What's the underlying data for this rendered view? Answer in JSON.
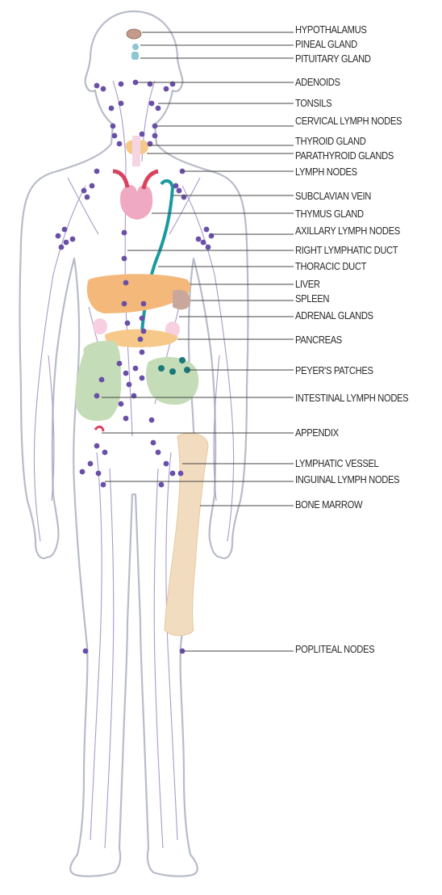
{
  "colors": {
    "outline": "#b8bcc8",
    "lymph_vessel": "#a99bc9",
    "node": "#6a4fa8",
    "leader": "#444444",
    "liver": "#f4b87a",
    "spleen": "#c9a79a",
    "intestine": "#c5dcb8",
    "thymus": "#f0a9c2",
    "subclavian": "#d9435e",
    "thoracic_duct": "#1a9aa0",
    "thyroid": "#f6c98a",
    "bone": "#f2dcc0",
    "peyers": "#1a7a7a",
    "hypothalamus": "#c49a8a",
    "pituitary": "#8ec6d2"
  },
  "labels": [
    {
      "id": "hypothalamus",
      "text": "HYPOTHALAMUS"
    },
    {
      "id": "pineal",
      "text": "PINEAL GLAND"
    },
    {
      "id": "pituitary",
      "text": "PITUITARY GLAND"
    },
    {
      "id": "adenoids",
      "text": "ADENOIDS"
    },
    {
      "id": "tonsils",
      "text": "TONSILS"
    },
    {
      "id": "cervical",
      "text": "CERVICAL LYMPH NODES"
    },
    {
      "id": "thyroid",
      "text": "THYROID GLAND"
    },
    {
      "id": "parathyroid",
      "text": "PARATHYROID GLANDS"
    },
    {
      "id": "lymph-nodes",
      "text": "LYMPH NODES"
    },
    {
      "id": "subclavian",
      "text": "SUBCLAVIAN VEIN"
    },
    {
      "id": "thymus",
      "text": "THYMUS GLAND"
    },
    {
      "id": "axillary",
      "text": "AXILLARY LYMPH NODES"
    },
    {
      "id": "right-duct",
      "text": "RIGHT LYMPHATIC DUCT"
    },
    {
      "id": "thoracic",
      "text": "THORACIC DUCT"
    },
    {
      "id": "liver",
      "text": "LIVER"
    },
    {
      "id": "spleen",
      "text": "SPLEEN"
    },
    {
      "id": "adrenal",
      "text": "ADRENAL GLANDS"
    },
    {
      "id": "pancreas",
      "text": "PANCREAS"
    },
    {
      "id": "peyers",
      "text": "PEYER'S PATCHES"
    },
    {
      "id": "intestinal",
      "text": "INTESTINAL LYMPH NODES"
    },
    {
      "id": "appendix",
      "text": "APPENDIX"
    },
    {
      "id": "vessel",
      "text": "LYMPHATIC VESSEL"
    },
    {
      "id": "inguinal",
      "text": "INGUINAL LYMPH NODES"
    },
    {
      "id": "marrow",
      "text": "BONE MARROW"
    },
    {
      "id": "popliteal",
      "text": "POPLITEAL NODES"
    }
  ]
}
